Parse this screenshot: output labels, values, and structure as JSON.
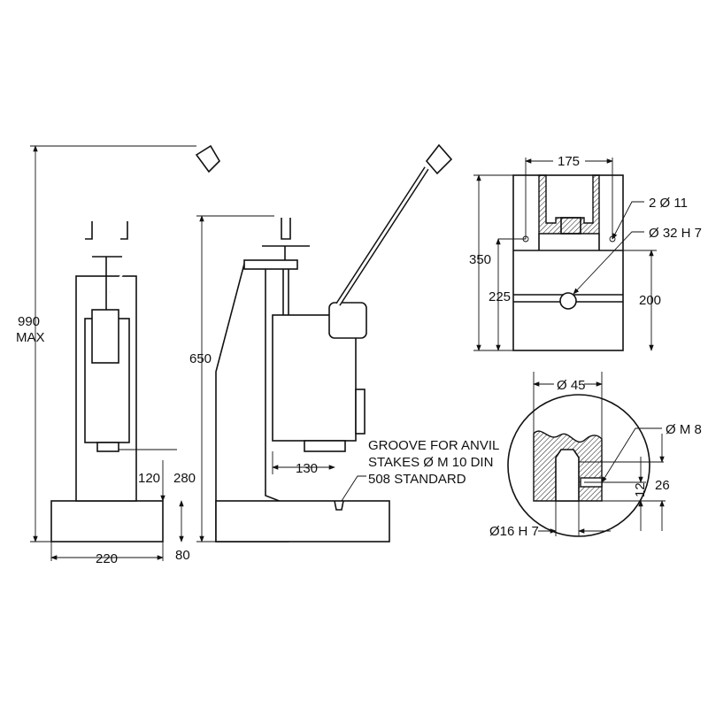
{
  "front_view": {
    "height_label_1": "990",
    "height_label_2": "MAX",
    "width_label": "220",
    "base_label": "80",
    "stroke_label": "120",
    "stroke_label_2": "280"
  },
  "side_view": {
    "height_label": "650",
    "throat_label": "130"
  },
  "note": {
    "line1": "GROOVE FOR ANVIL",
    "line2": "STAKES Ø M 10 DIN",
    "line3": "508 STANDARD"
  },
  "top_detail": {
    "width_label": "175",
    "holes_label": "2 Ø 11",
    "bore_label": "Ø 32 H 7",
    "height_label": "350",
    "height2_label": "225",
    "height3_label": "200"
  },
  "ram_detail": {
    "dia_label": "Ø 45",
    "thread_label": "Ø M 8",
    "depth_label": "26",
    "pos_label": "12",
    "bore_label": "Ø16 H 7"
  }
}
